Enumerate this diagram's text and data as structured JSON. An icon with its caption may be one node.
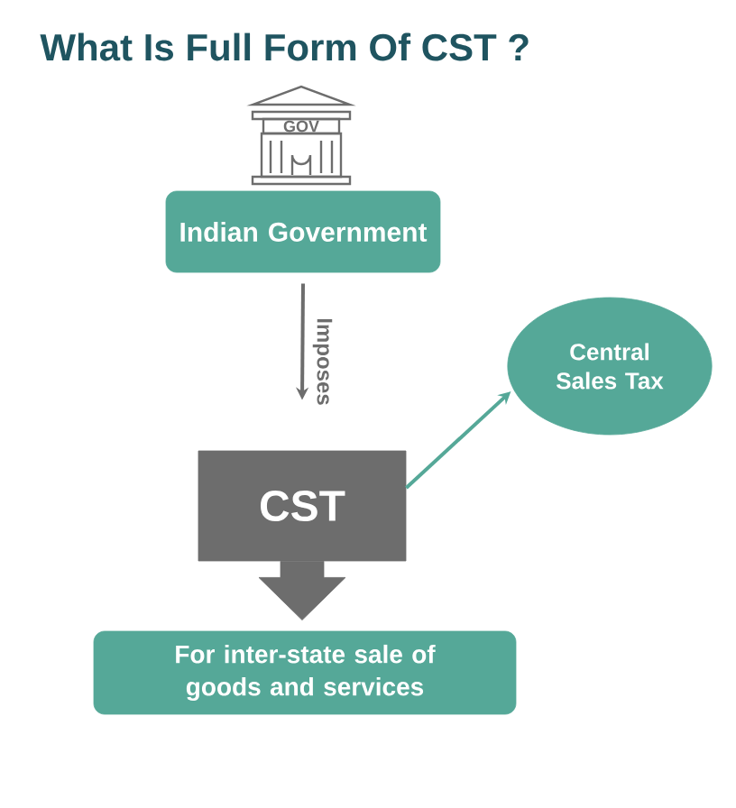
{
  "diagram": {
    "title": "What Is Full Form Of CST ?",
    "nodes": [
      {
        "text": [
          "Indian Government"
        ]
      },
      {
        "text": [
          "CST"
        ]
      },
      {
        "text": [
          "Central Sales Tax"
        ]
      },
      {
        "text": [
          "For inter-state sale of goods and services"
        ]
      }
    ],
    "edges": [
      {
        "from": 0,
        "to": 1,
        "arrow": "to",
        "label": "Imposes"
      },
      {
        "from": 1,
        "to": 2,
        "arrow": "to",
        "color": "#55a898"
      },
      {
        "from": 1,
        "to": 3,
        "arrow": "to",
        "style": "thick"
      }
    ],
    "labels": [
      "GOV"
    ]
  }
}
